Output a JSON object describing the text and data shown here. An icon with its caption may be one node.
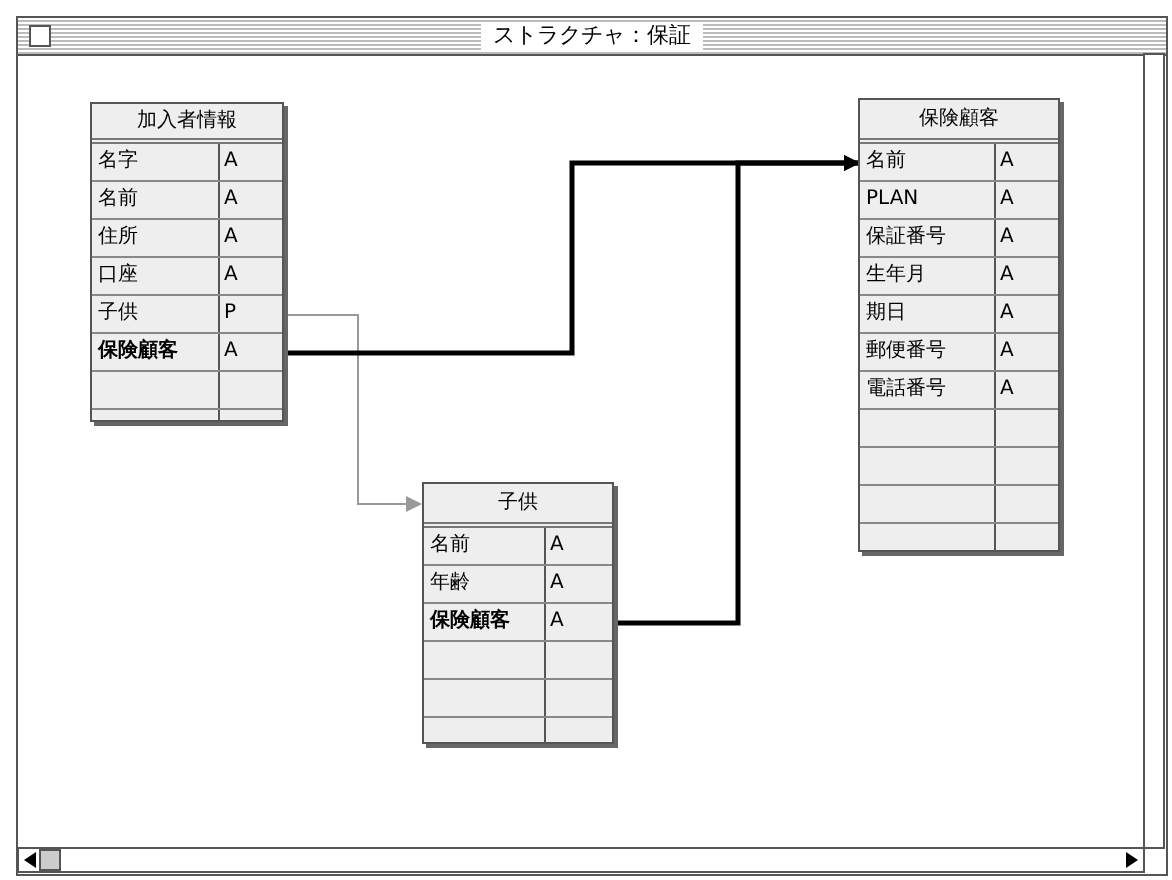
{
  "diagram": {
    "title": "ストラクチャ：保証",
    "nodes": [
      {
        "text": [
          "加入者情報"
        ]
      },
      {
        "text": [
          "名字",
          "A"
        ],
        "in": 0
      },
      {
        "text": [
          "名前",
          "A"
        ],
        "in": 0
      },
      {
        "text": [
          "住所",
          "A"
        ],
        "in": 0
      },
      {
        "text": [
          "口座",
          "A"
        ],
        "in": 0
      },
      {
        "text": [
          "子供",
          "P"
        ],
        "in": 0
      },
      {
        "text": [
          "保険顧客",
          "A"
        ],
        "in": 0
      },
      {
        "text": [
          "保険顧客"
        ]
      },
      {
        "text": [
          "名前",
          "A"
        ],
        "in": 7
      },
      {
        "text": [
          "PLAN",
          "A"
        ],
        "in": 7
      },
      {
        "text": [
          "保証番号",
          "A"
        ],
        "in": 7
      },
      {
        "text": [
          "生年月",
          "A"
        ],
        "in": 7
      },
      {
        "text": [
          "期日",
          "A"
        ],
        "in": 7
      },
      {
        "text": [
          "郵便番号",
          "A"
        ],
        "in": 7
      },
      {
        "text": [
          "電話番号",
          "A"
        ],
        "in": 7
      },
      {
        "text": [
          "子供"
        ]
      },
      {
        "text": [
          "名前",
          "A"
        ],
        "in": 15
      },
      {
        "text": [
          "年齢",
          "A"
        ],
        "in": 15
      },
      {
        "text": [
          "保険顧客",
          "A"
        ],
        "in": 15
      }
    ],
    "edges": [
      {
        "from": 5,
        "to": 15,
        "arrow": "to",
        "color": "#999999"
      },
      {
        "from": 6,
        "to": 8,
        "arrow": "to"
      },
      {
        "from": 18,
        "to": 8,
        "arrow": "to"
      }
    ]
  }
}
